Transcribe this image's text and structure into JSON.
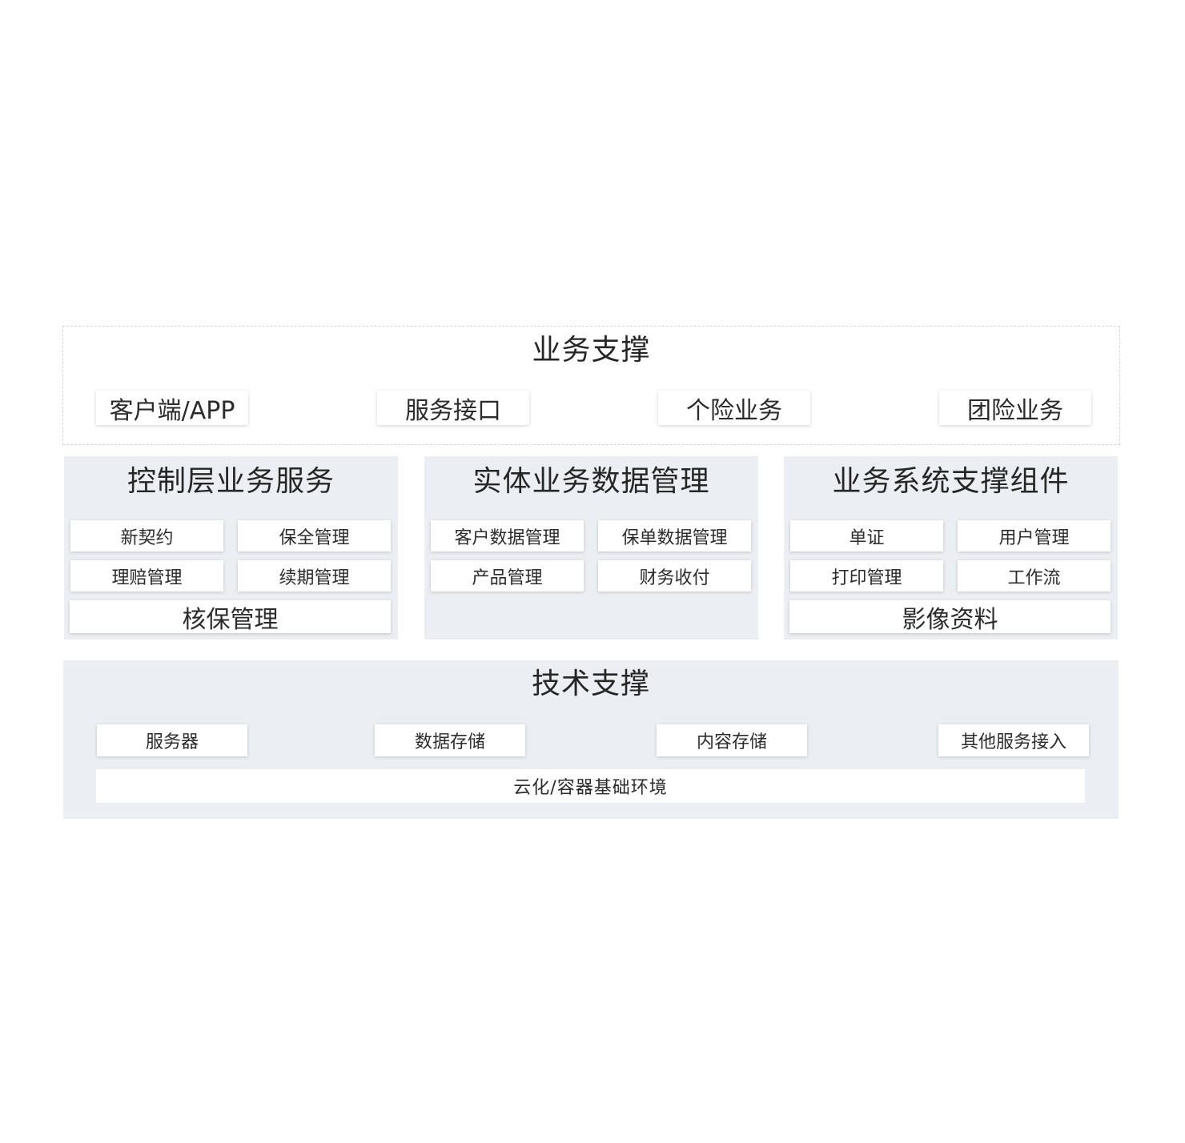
{
  "business_support": {
    "title": "业务支撑",
    "items": [
      "客户端/APP",
      "服务接口",
      "个险业务",
      "团险业务"
    ]
  },
  "control_layer": {
    "title": "控制层业务服务",
    "items": [
      "新契约",
      "保全管理",
      "理赔管理",
      "续期管理"
    ],
    "wide_item": "核保管理"
  },
  "entity_data": {
    "title": "实体业务数据管理",
    "items": [
      "客户数据管理",
      "保单数据管理",
      "产品管理",
      "财务收付"
    ]
  },
  "system_components": {
    "title": "业务系统支撑组件",
    "items": [
      "单证",
      "用户管理",
      "打印管理",
      "工作流"
    ],
    "wide_item": "影像资料"
  },
  "tech_support": {
    "title": "技术支撑",
    "items": [
      "服务器",
      "数据存储",
      "内容存储",
      "其他服务接入"
    ],
    "base": "云化/容器基础环境"
  }
}
